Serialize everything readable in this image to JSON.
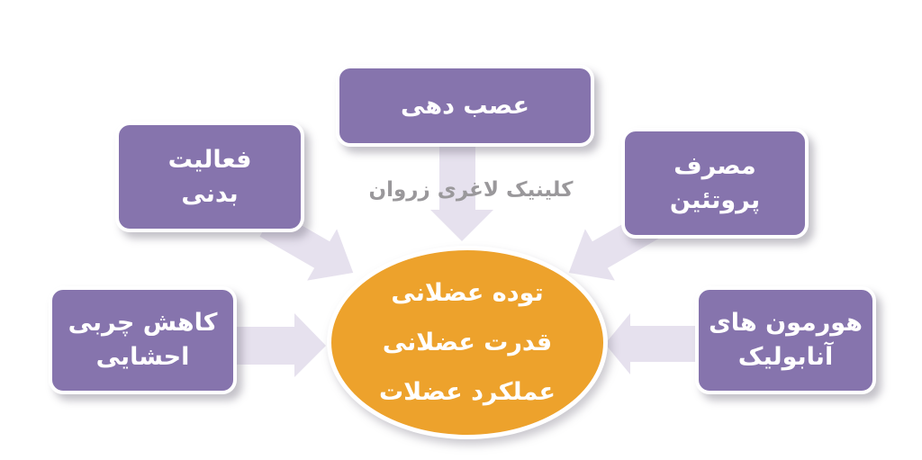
{
  "diagram": {
    "title_watermark": "کلینیک لاغری زروان",
    "center_ellipse": {
      "lines": [
        "توده عضلانی",
        "قدرت عضلانی",
        "عملکرد عضلات"
      ]
    },
    "boxes": {
      "top": {
        "lines": [
          "عصب دهی"
        ]
      },
      "top_left": {
        "lines": [
          "فعالیت",
          "بدنی"
        ]
      },
      "top_right": {
        "lines": [
          "مصرف",
          "پروتئین"
        ]
      },
      "left": {
        "lines": [
          "کاهش چربی",
          "احشایی"
        ]
      },
      "right": {
        "lines": [
          "هورمون های",
          "آنابولیک"
        ]
      }
    },
    "arrows": [
      "top-box-to-center",
      "top-left-box-to-center",
      "top-right-box-to-center",
      "left-box-to-center",
      "right-box-to-center"
    ],
    "colors": {
      "box_fill": "#8674AD",
      "box_border": "#FFFFFF",
      "ellipse_fill": "#EDA22C",
      "arrow_fill": "#E6E1EE",
      "text": "#FFFFFF",
      "watermark_text": "#9A989B",
      "background": "#FFFFFF"
    }
  }
}
